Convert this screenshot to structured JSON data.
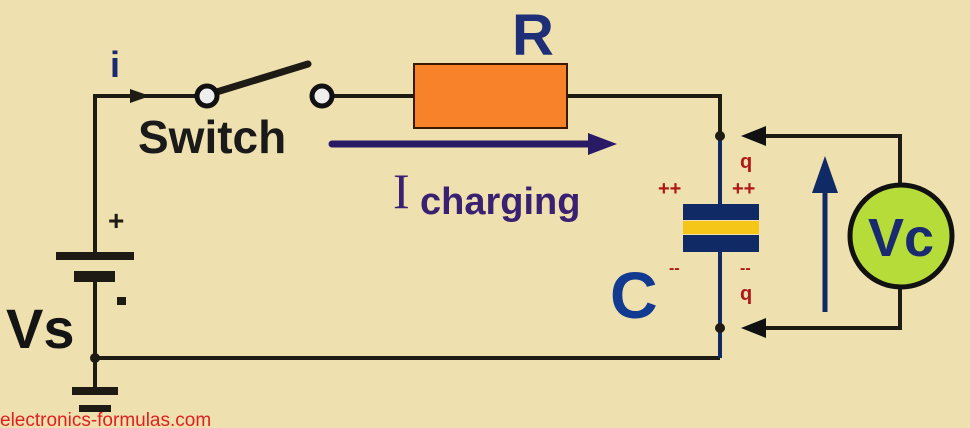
{
  "labels": {
    "current": "i",
    "resistor": "R",
    "switch": "Switch",
    "charging_main": "I",
    "charging_sub": "charging",
    "capacitor": "C",
    "source": "Vs",
    "battery_plus": "+",
    "battery_minus": "-",
    "voltmeter": "Vc",
    "charge_top": "q",
    "charge_bottom": "q",
    "plus_left": "++",
    "plus_right": "++",
    "minus_left": "--",
    "minus_right": "--",
    "watermark": "electronics-formulas.com"
  },
  "colors": {
    "background": "#efe0b0",
    "wire": "#1e1a14",
    "resistor": "#f7822a",
    "capacitor_plate": "#102a66",
    "capacitor_dielectric": "#f5c518",
    "meter": "#b6dc3a",
    "arrow": "#2a1a66",
    "charge": "#b01818",
    "watermark": "#e02020"
  }
}
